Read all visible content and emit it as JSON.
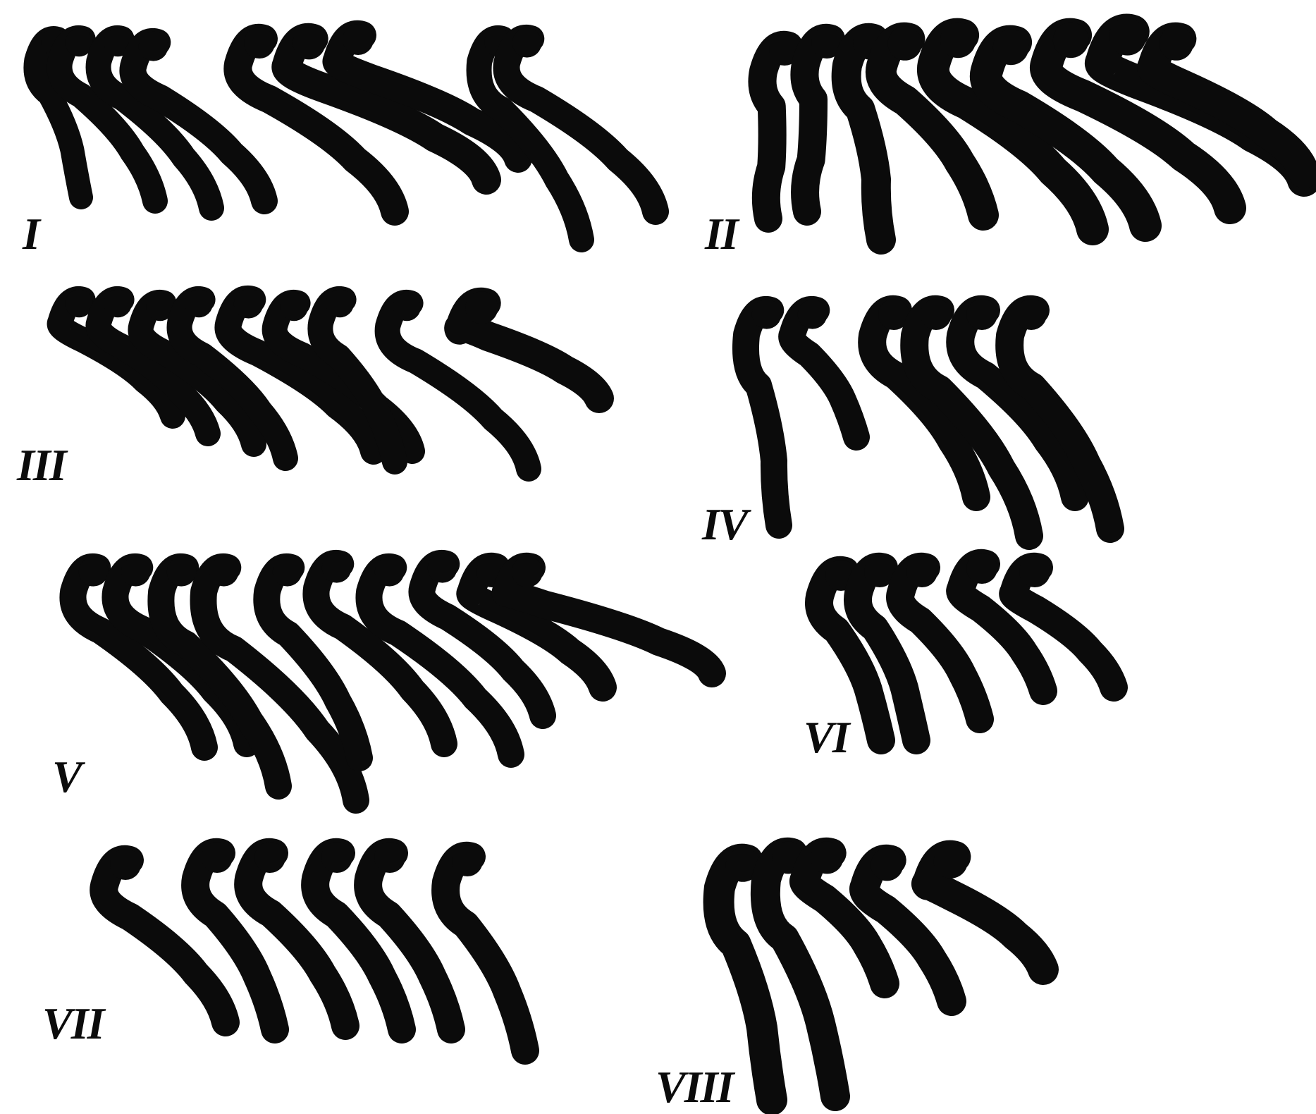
{
  "colors": {
    "ink": "#0b0b0b",
    "background": "#ffffff"
  },
  "panels": [
    {
      "label": "I"
    },
    {
      "label": "II"
    },
    {
      "label": "III"
    },
    {
      "label": "IV"
    },
    {
      "label": "V"
    },
    {
      "label": "VI"
    },
    {
      "label": "VII"
    },
    {
      "label": "VIII"
    }
  ]
}
